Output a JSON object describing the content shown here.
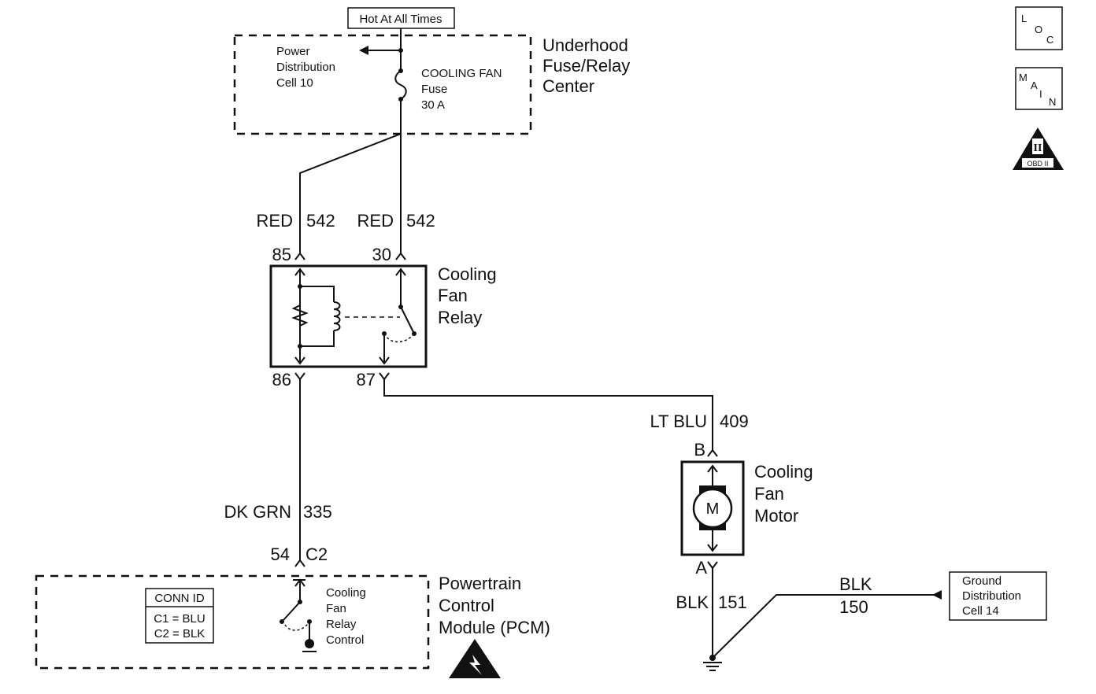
{
  "power_source": {
    "label": "Hot At All Times"
  },
  "fuse_center": {
    "title_lines": [
      "Underhood",
      "Fuse/Relay",
      "Center"
    ],
    "power_dist_lines": [
      "Power",
      "Distribution",
      "Cell 10"
    ],
    "fuse_lines": [
      "COOLING FAN",
      "Fuse",
      "30 A"
    ]
  },
  "icons": {
    "loc_letters": [
      "L",
      "O",
      "C"
    ],
    "main_letters": [
      "M",
      "A",
      "I",
      "N"
    ],
    "obd": {
      "numeral": "II",
      "caption": "OBD II"
    }
  },
  "wires": {
    "w85": {
      "color": "RED",
      "circuit": "542"
    },
    "w30": {
      "color": "RED",
      "circuit": "542"
    },
    "w87": {
      "color": "LT BLU",
      "circuit": "409"
    },
    "w86": {
      "color": "DK GRN",
      "circuit": "335"
    },
    "wA": {
      "color": "BLK",
      "circuit": "151"
    },
    "wG": {
      "color": "BLK",
      "circuit": "150"
    }
  },
  "relay": {
    "title_lines": [
      "Cooling",
      "Fan",
      "Relay"
    ],
    "pins": {
      "p85": "85",
      "p30": "30",
      "p86": "86",
      "p87": "87"
    }
  },
  "motor": {
    "title_lines": [
      "Cooling",
      "Fan",
      "Motor"
    ],
    "symbol": "M",
    "pin_b": "B",
    "pin_a": "A"
  },
  "pcm": {
    "title_lines": [
      "Powertrain",
      "Control",
      "Module (PCM)"
    ],
    "pin": "54",
    "connector": "C2",
    "internal_lines": [
      "Cooling",
      "Fan",
      "Relay",
      "Control"
    ],
    "conn_id": {
      "header": "CONN ID",
      "rows": [
        "C1 = BLU",
        "C2 = BLK"
      ]
    }
  },
  "ground": {
    "lines": [
      "Ground",
      "Distribution",
      "Cell 14"
    ]
  }
}
